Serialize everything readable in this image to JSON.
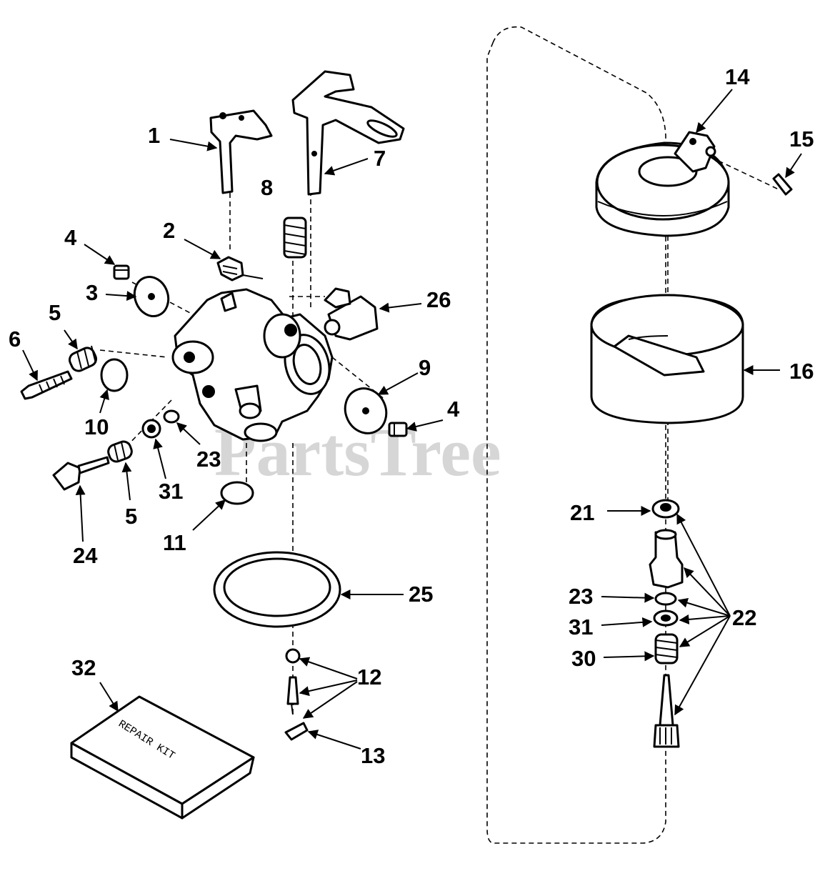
{
  "watermark": "PartsTree",
  "kit_text": "REPAIR KIT",
  "callouts": [
    {
      "id": "1",
      "text": "1"
    },
    {
      "id": "2",
      "text": "2"
    },
    {
      "id": "3",
      "text": "3"
    },
    {
      "id": "4a",
      "text": "4"
    },
    {
      "id": "4b",
      "text": "4"
    },
    {
      "id": "5a",
      "text": "5"
    },
    {
      "id": "5b",
      "text": "5"
    },
    {
      "id": "6",
      "text": "6"
    },
    {
      "id": "7",
      "text": "7"
    },
    {
      "id": "8",
      "text": "8"
    },
    {
      "id": "9",
      "text": "9"
    },
    {
      "id": "10",
      "text": "10"
    },
    {
      "id": "11",
      "text": "11"
    },
    {
      "id": "12",
      "text": "12"
    },
    {
      "id": "13",
      "text": "13"
    },
    {
      "id": "14",
      "text": "14"
    },
    {
      "id": "15",
      "text": "15"
    },
    {
      "id": "16",
      "text": "16"
    },
    {
      "id": "21",
      "text": "21"
    },
    {
      "id": "22",
      "text": "22"
    },
    {
      "id": "23a",
      "text": "23"
    },
    {
      "id": "23b",
      "text": "23"
    },
    {
      "id": "24",
      "text": "24"
    },
    {
      "id": "25",
      "text": "25"
    },
    {
      "id": "26",
      "text": "26"
    },
    {
      "id": "30",
      "text": "30"
    },
    {
      "id": "31a",
      "text": "31"
    },
    {
      "id": "31b",
      "text": "31"
    },
    {
      "id": "32",
      "text": "32"
    }
  ]
}
